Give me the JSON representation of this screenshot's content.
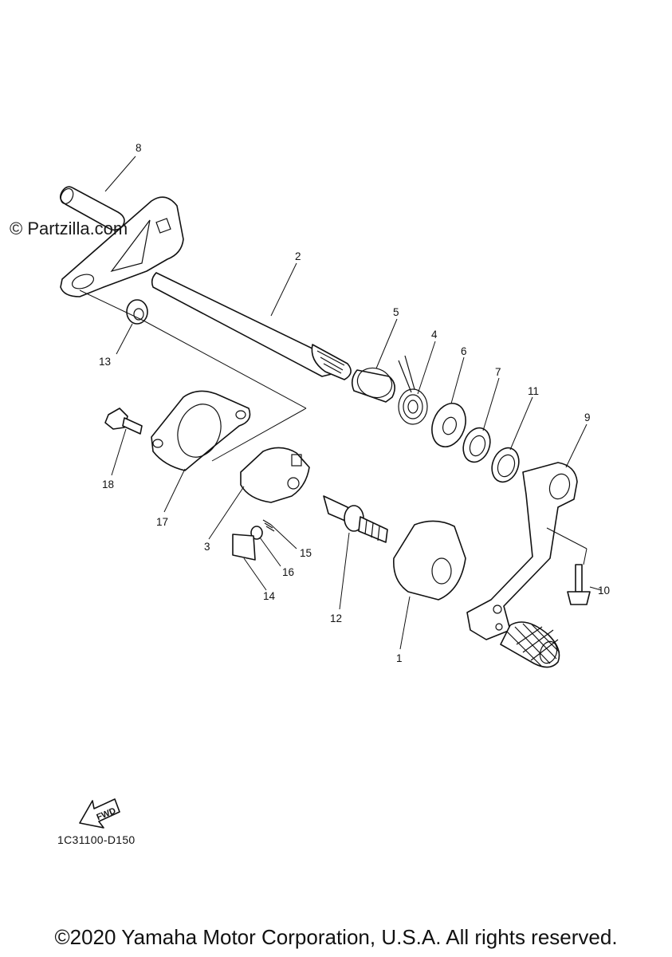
{
  "watermark": "© Partzilla.com",
  "diagram_code": "1C31100-D150",
  "fwd_label": "FWD",
  "copyright": "©2020 Yamaha Motor Corporation, U.S.A. All rights reserved.",
  "callouts": {
    "c1": "1",
    "c2": "2",
    "c3": "3",
    "c4": "4",
    "c5": "5",
    "c6": "6",
    "c7": "7",
    "c8": "8",
    "c9": "9",
    "c10": "10",
    "c11": "11",
    "c12": "12",
    "c13": "13",
    "c14": "14",
    "c15": "15",
    "c16": "16",
    "c17": "17",
    "c18": "18"
  }
}
